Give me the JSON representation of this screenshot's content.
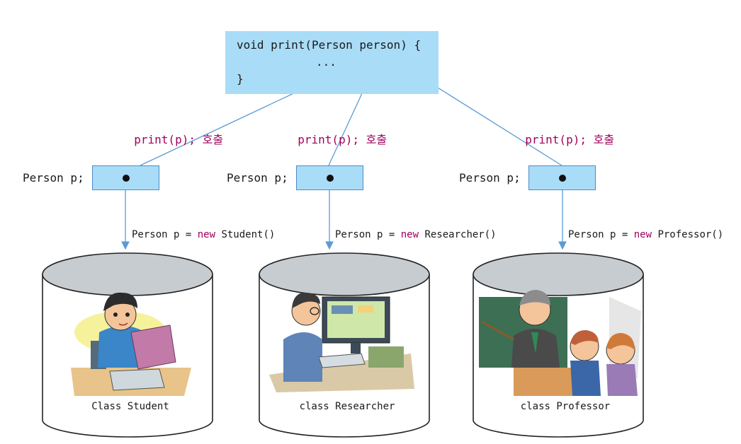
{
  "method": {
    "line1": "void print(Person person) {",
    "line2": "...",
    "line3": "}"
  },
  "calls": [
    {
      "code": "print(p);",
      "korean": "호출"
    },
    {
      "code": "print(p);",
      "korean": "호출"
    },
    {
      "code": "print(p);",
      "korean": "호출"
    }
  ],
  "variables": [
    {
      "label": "Person p;"
    },
    {
      "label": "Person p;"
    },
    {
      "label": "Person p;"
    }
  ],
  "assignments": [
    {
      "prefix": "Person p = ",
      "keyword": "new",
      "suffix": " Student()"
    },
    {
      "prefix": "Person p = ",
      "keyword": "new",
      "suffix": " Researcher()"
    },
    {
      "prefix": "Person p = ",
      "keyword": "new",
      "suffix": " Professor()"
    }
  ],
  "objects": [
    {
      "label": "Class Student",
      "illustration": "student-reading-book"
    },
    {
      "label": "class Researcher",
      "illustration": "researcher-at-computer"
    },
    {
      "label": "class Professor",
      "illustration": "professor-teaching-students"
    }
  ],
  "colors": {
    "box_fill": "#a9dcf7",
    "arrow": "#5b9bd5",
    "keyword": "#a0005c"
  }
}
